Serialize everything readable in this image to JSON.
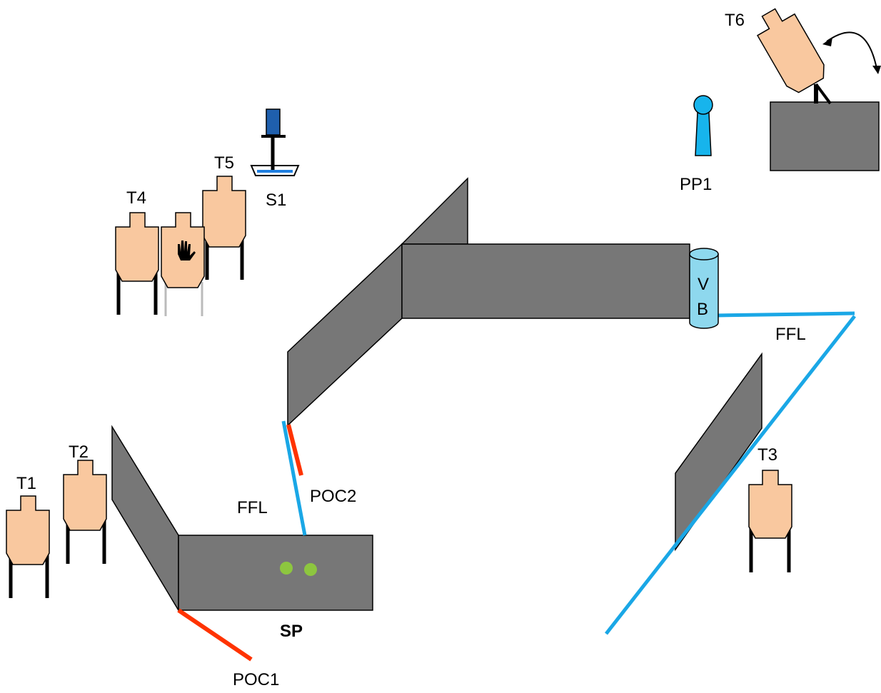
{
  "colors": {
    "wall": "#777777",
    "target": "#f9c89f",
    "fault_line": "#1aa7e6",
    "poc_line": "#ff3300",
    "barrel": "#8ed8ee",
    "popper": "#17b4ec",
    "mark": "#8dc63f",
    "swinger": "#1f5fad"
  },
  "targets": {
    "t1": "T1",
    "t2": "T2",
    "t3": "T3",
    "t4": "T4",
    "t5": "T5",
    "t6": "T6"
  },
  "props": {
    "s1": "S1",
    "pp1": "PP1",
    "vb_top": "V",
    "vb_bottom": "B"
  },
  "lines": {
    "ffl_left": "FFL",
    "ffl_right": "FFL",
    "poc1": "POC1",
    "poc2": "POC2"
  },
  "start": {
    "label": "SP"
  }
}
